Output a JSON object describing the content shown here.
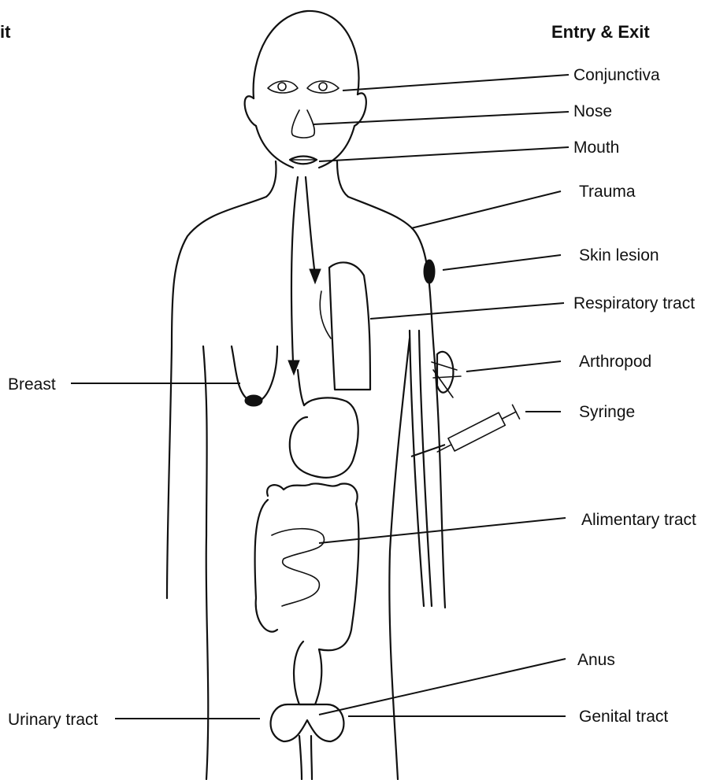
{
  "header": {
    "left": "it",
    "right": "Entry & Exit"
  },
  "labels": {
    "conjunctiva": "Conjunctiva",
    "nose": "Nose",
    "mouth": "Mouth",
    "trauma": "Trauma",
    "skin_lesion": "Skin lesion",
    "respiratory_tract": "Respiratory tract",
    "arthropod": "Arthropod",
    "syringe": "Syringe",
    "alimentary_tract": "Alimentary tract",
    "anus": "Anus",
    "genital_tract": "Genital tract",
    "breast": "Breast",
    "urinary_tract": "Urinary tract"
  },
  "colors": {
    "ink": "#111111",
    "background": "#ffffff"
  }
}
